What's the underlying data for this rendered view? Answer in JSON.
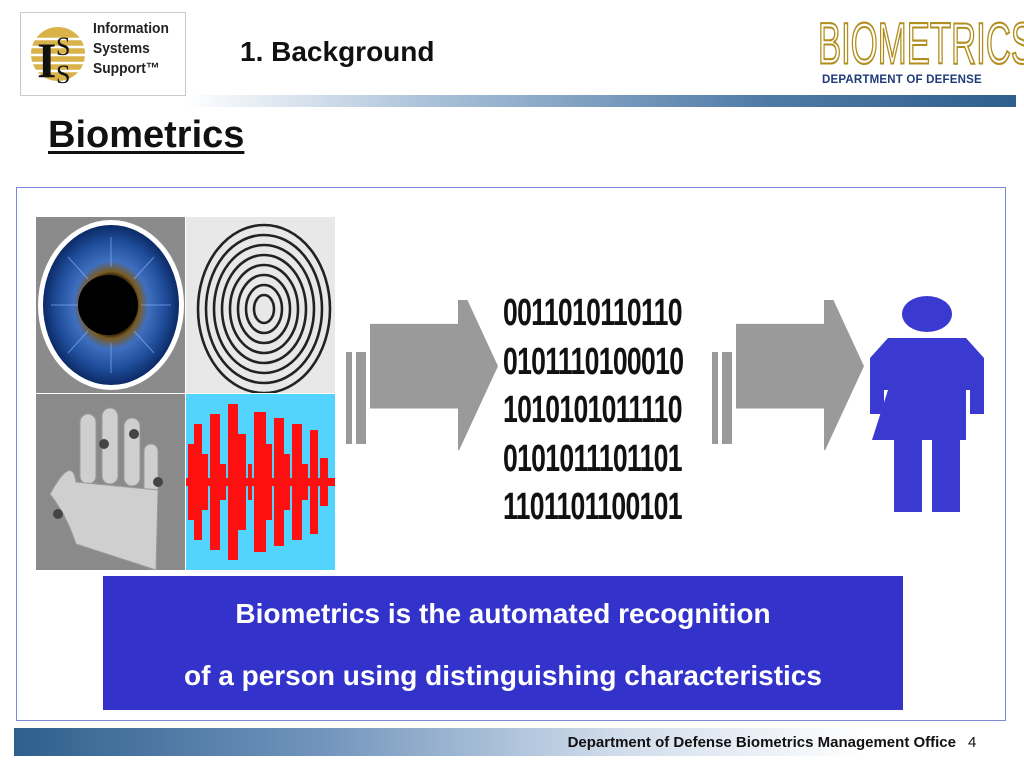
{
  "logo": {
    "emblem_letters": [
      "I",
      "S",
      "S"
    ],
    "lines": [
      "Information",
      "Systems",
      "Support™"
    ]
  },
  "header": {
    "section_title": "1.  Background",
    "brand_word": "BIOMETRICS",
    "brand_sub": "DEPARTMENT OF DEFENSE"
  },
  "page": {
    "title": "Biometrics"
  },
  "binary": [
    "0011010110110",
    "0101110100010",
    "1010101011110",
    "0101011101101",
    "1101101100101"
  ],
  "definition": {
    "line1": "Biometrics is the automated recognition",
    "line2": "of a person using distinguishing characteristics"
  },
  "footer": {
    "text": "Department of Defense Biometrics Management Office",
    "page_number": "4"
  },
  "colors": {
    "accent_blue": "#3333cc",
    "person_blue": "#3a3ad0",
    "brand_gold": "#b08d1c",
    "arrow_gray": "#9a9a9a"
  }
}
